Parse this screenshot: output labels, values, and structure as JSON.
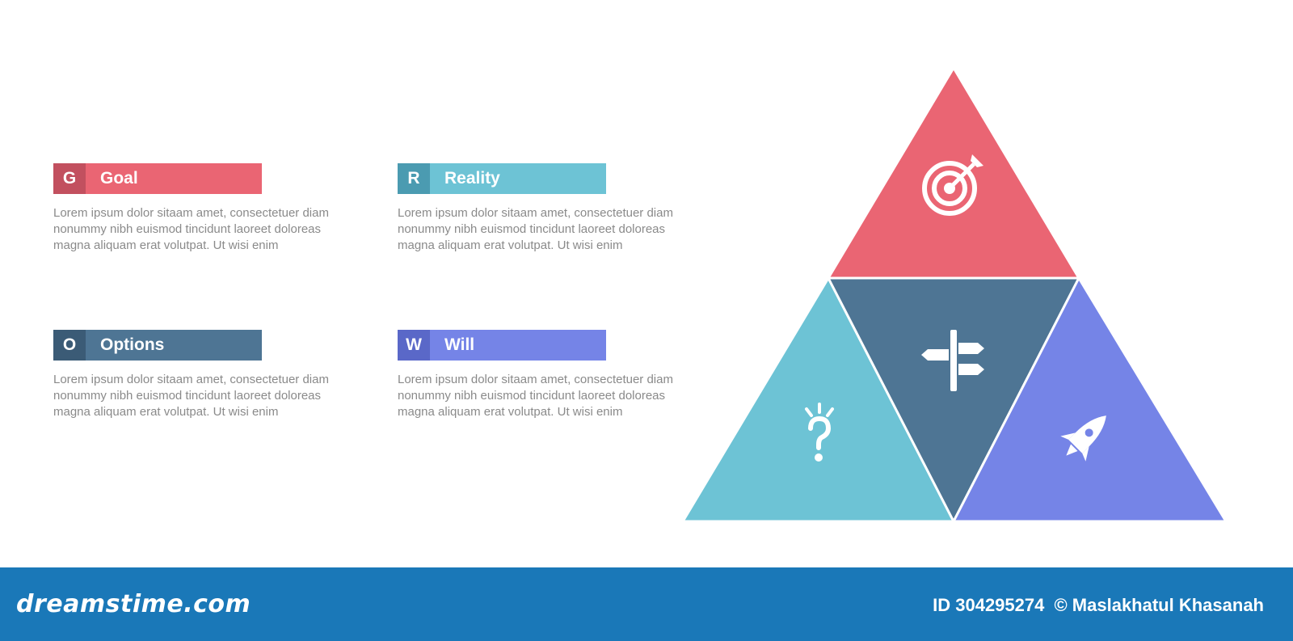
{
  "colors": {
    "goal": "#ea6573",
    "goal_dark": "#c2505f",
    "reality": "#6dc3d5",
    "reality_dark": "#4b9bb1",
    "options": "#4e7594",
    "options_dark": "#3b5b76",
    "will": "#7584e7",
    "will_dark": "#5a68c8",
    "footer": "#1a78b8"
  },
  "cards": {
    "goal": {
      "letter": "G",
      "title": "Goal",
      "body": "Lorem ipsum dolor sitaam amet, consectetuer diam nonummy  nibh euismod tincidunt laoreet doloreas magna aliquam erat volutpat. Ut wisi enim"
    },
    "reality": {
      "letter": "R",
      "title": "Reality",
      "body": "Lorem ipsum dolor sitaam amet, consectetuer diam nonummy  nibh euismod tincidunt laoreet doloreas magna aliquam erat volutpat. Ut wisi enim"
    },
    "options": {
      "letter": "O",
      "title": "Options",
      "body": "Lorem ipsum dolor sitaam amet, consectetuer diam nonummy  nibh euismod tincidunt laoreet doloreas magna aliquam erat volutpat. Ut wisi enim"
    },
    "will": {
      "letter": "W",
      "title": "Will",
      "body": "Lorem ipsum dolor sitaam amet, consectetuer diam nonummy  nibh euismod tincidunt laoreet doloreas magna aliquam erat volutpat. Ut wisi enim"
    }
  },
  "icons": {
    "goal": "target-arrow-icon",
    "reality": "question-mark-icon",
    "options": "signpost-icon",
    "will": "rocket-icon"
  },
  "footer": {
    "brand": "dreamstime.com",
    "credit_id": "ID 304295274",
    "credit_author": "© Maslakhatul Khasanah"
  }
}
